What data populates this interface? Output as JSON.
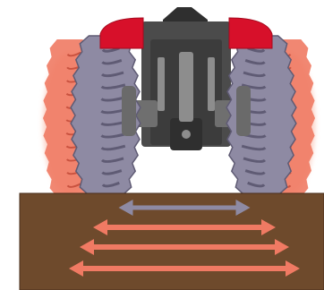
{
  "illustration": {
    "subject": "tractor-rear-view-track-width",
    "colors": {
      "background": "#ffffff",
      "soil": "#6e4a2c",
      "soil_edge": "#4a2f1b",
      "tire_current": "#8e8aa3",
      "tire_current_dark": "#5f5b74",
      "tire_ghost": "#f07a63",
      "tire_ghost_glow": "#fbd2c6",
      "fender": "#d7102a",
      "fender_dark": "#a50a1e",
      "body": "#4b4b4b",
      "body_dark": "#2f2f2f",
      "hitch": "#8d8d8d",
      "arrow_current": "#8e8aa3",
      "arrow_ghost": "#f07a63"
    },
    "width_arrows": [
      {
        "role": "current",
        "relative_span": 0.49
      },
      {
        "role": "wider",
        "relative_span": 0.68
      },
      {
        "role": "wider",
        "relative_span": 0.78
      },
      {
        "role": "wider",
        "relative_span": 0.86
      }
    ]
  }
}
